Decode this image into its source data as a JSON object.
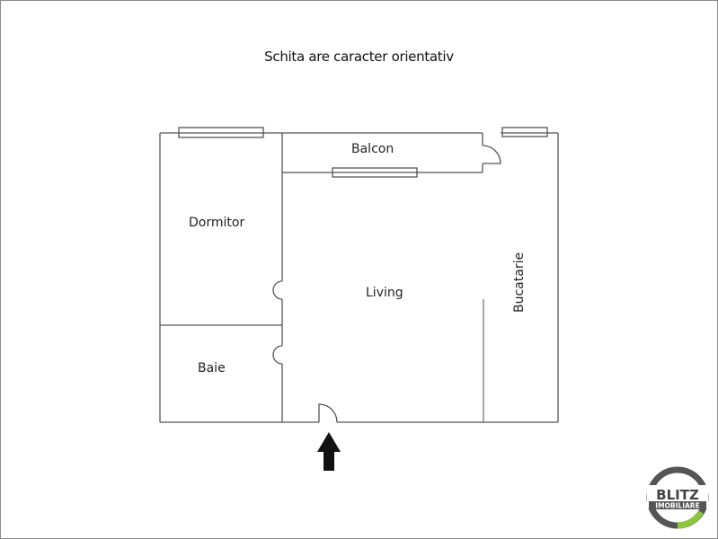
{
  "title": "Schita are caracter orientativ",
  "rooms": {
    "balcon": "Balcon",
    "dormitor": "Dormitor",
    "living": "Living",
    "baie": "Baie",
    "bucatarie": "Bucatarie"
  },
  "logo": {
    "line1": "BLITZ",
    "line2": "IMOBILIARE",
    "ring_color": "#555555",
    "accent_color": "#8cc63f"
  },
  "entrance_icon": "arrow-up-icon"
}
